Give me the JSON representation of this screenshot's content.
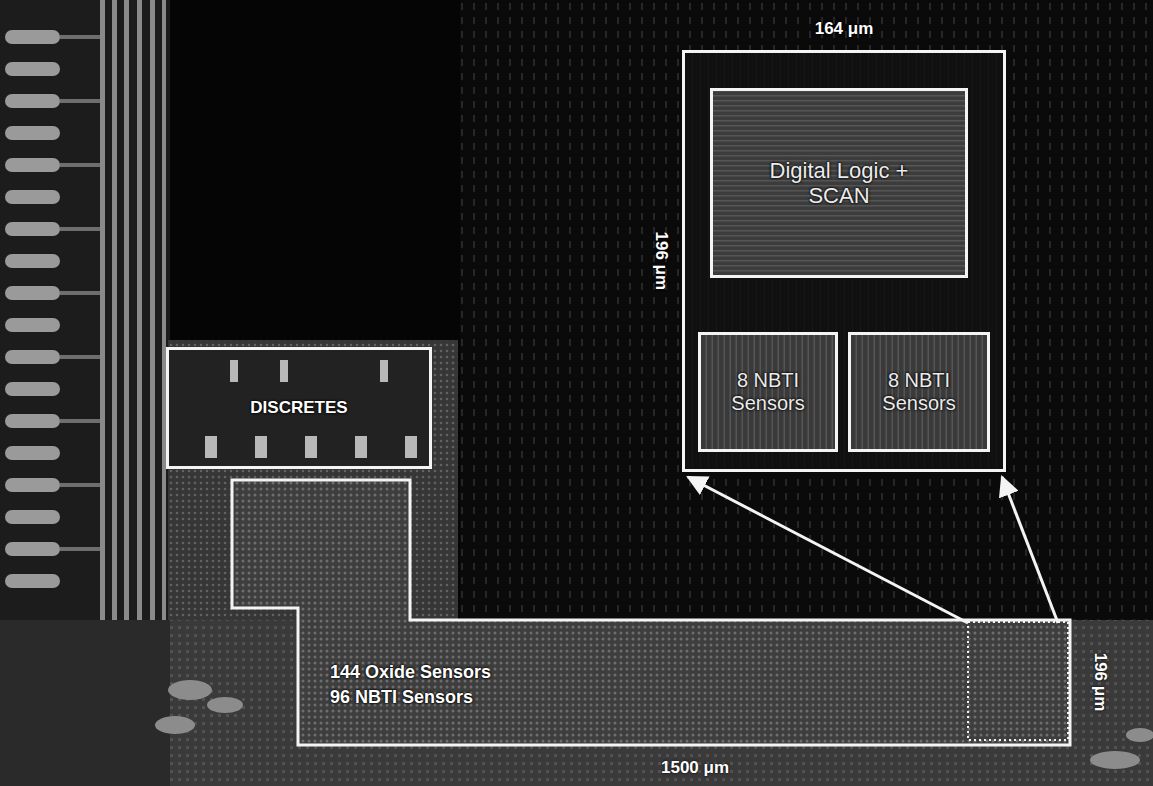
{
  "diagram": {
    "nodes": [
      {
        "text": [
          "DISCRETES"
        ]
      },
      {
        "text": [
          "144 Oxide Sensors",
          "96 NBTI Sensors"
        ]
      },
      {
        "text": [
          "164 μm",
          "196 μm"
        ]
      },
      {
        "text": [
          "Digital Logic + SCAN"
        ],
        "in": 2
      },
      {
        "text": [
          "8 NBTI Sensors"
        ],
        "in": 2
      },
      {
        "text": [
          "8 NBTI Sensors"
        ],
        "in": 2
      }
    ],
    "labels": [
      "196 μm",
      "1500 μm"
    ]
  }
}
